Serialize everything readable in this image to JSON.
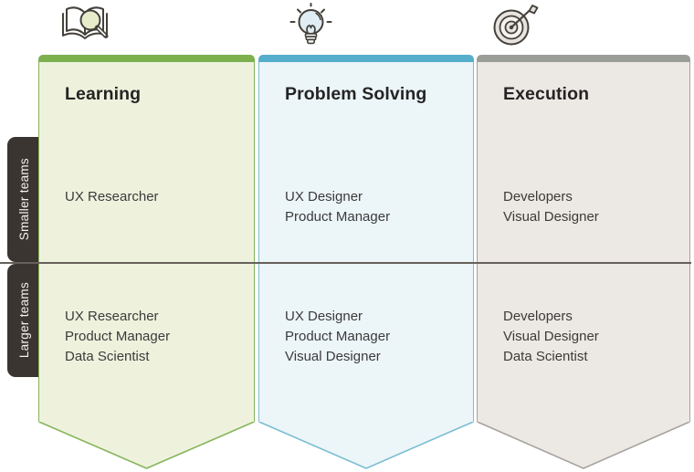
{
  "diagram": {
    "divider_color": "#66605b",
    "tab_color": "#3a3530",
    "row_labels": [
      {
        "label": "Smaller teams"
      },
      {
        "label": "Larger teams"
      }
    ],
    "columns": [
      {
        "title": "Learning",
        "icon": "book-magnifier-icon",
        "colors": {
          "bar": "#7cb14e",
          "body": "#eef2dd",
          "border": "#86b45a",
          "icon_fill": "#e7edcb"
        },
        "smaller_teams": [
          "UX Researcher"
        ],
        "larger_teams": [
          "UX Researcher",
          "Product Manager",
          "Data Scientist"
        ]
      },
      {
        "title": "Problem Solving",
        "icon": "lightbulb-icon",
        "colors": {
          "bar": "#55aecb",
          "body": "#ecf5f8",
          "border": "#7abed3",
          "icon_fill": "#e0edf4"
        },
        "smaller_teams": [
          "UX Designer",
          "Product Manager"
        ],
        "larger_teams": [
          "UX Designer",
          "Product Manager",
          "Visual Designer"
        ]
      },
      {
        "title": "Execution",
        "icon": "target-icon",
        "colors": {
          "bar": "#9a9d98",
          "body": "#ece8e3",
          "border": "#a6a39e",
          "icon_fill": "#e7e4df"
        },
        "smaller_teams": [
          "Developers",
          "Visual Designer"
        ],
        "larger_teams": [
          "Developers",
          "Visual Designer",
          "Data Scientist"
        ]
      }
    ]
  }
}
